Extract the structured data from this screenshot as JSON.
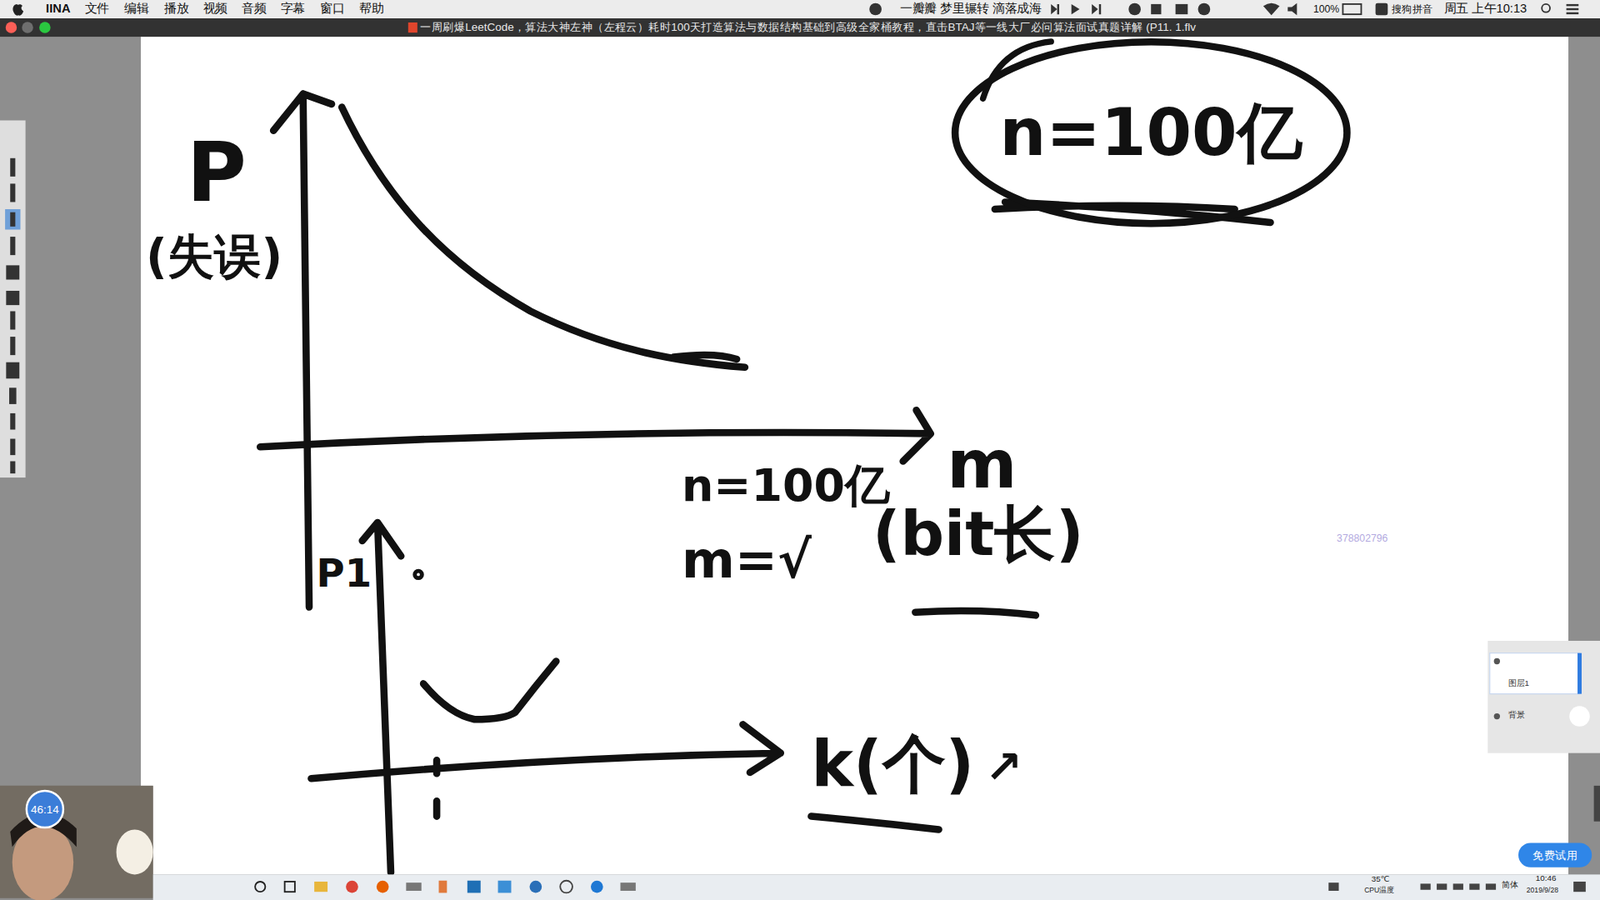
{
  "diagram": {
    "nodes": [
      {
        "text": [
          "n=100亿"
        ]
      }
    ],
    "labels": [
      "IINA",
      "文件",
      "编辑",
      "播放",
      "视频",
      "音频",
      "字幕",
      "窗口",
      "帮助",
      "一瓣瓣 梦里辗转 滴落成海",
      "100%",
      "搜狗拼音",
      "周五 上午10:13",
      "一周刷爆LeetCode，算法大神左神（左程云）耗时100天打造算法与数据结构基础到高级全家桶教程，直击BTAJ等一线大厂必问算法面试真题详解 (P11. 1.flv",
      "P",
      "(失误)",
      "m",
      "(bit长)",
      "n=100亿",
      "m=√",
      "P1",
      "k(个)",
      "↗",
      "378802796",
      "46:14",
      "图层1",
      "背景",
      "免费试用",
      "35℃",
      "CPU温度",
      "简体",
      "10:46",
      "2019/9/28"
    ]
  }
}
